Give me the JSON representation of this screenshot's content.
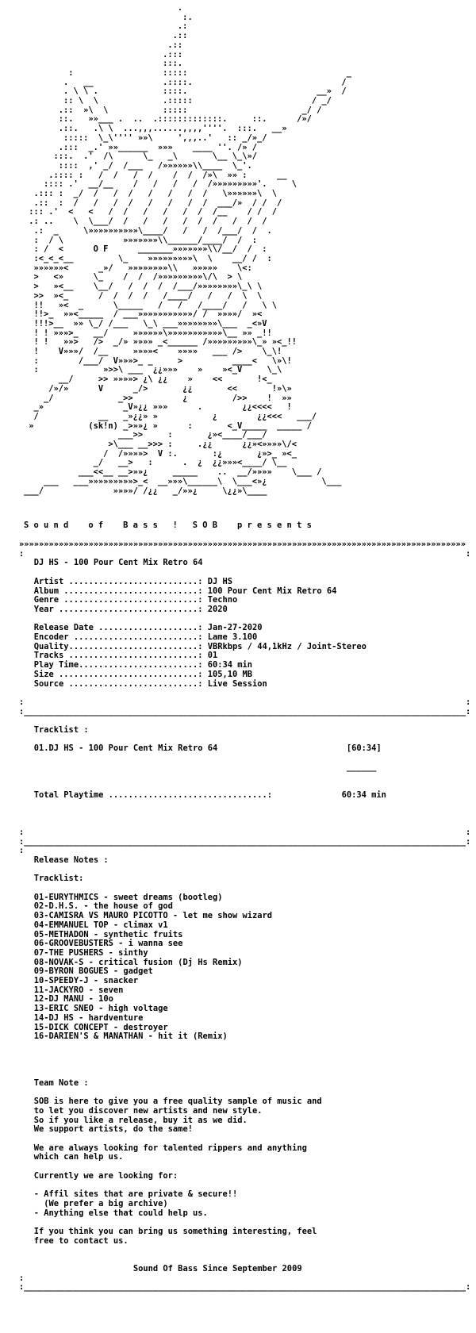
{
  "ascii_art": "                               .\n                                :.\n                               .:\n                              .::\n                             .::\n                            .:::\n                            :::.\n         :                  :::::                                _\n        .   __              .::::.                              /\n        . \\ \\ .             ::::.                          __»  /\n        :: \\  \\             .:::::                        / _/\n       .::  »\\  \\           :::::                       _/ /\n       ::.   »»___ .  ..  .:::::::::::::.     ::.      /»/\n       .::.   .\\ \\  ...,,,......,,,,''''.  :::.   __»\n        :::::  \\_\\'''' »»\\     ',,,..'   :: _/»_/\n       .:::  _.' »»______  »»»    ____ ''. /» /\n      :::.  .'  /\\      \\_   _\\       \\__ \\_\\»/\n       ::::  ,' _/  /___   /»»»»»»\\\\____  \\_'.\n     .:::: :   /  /   /  /    /  /  /»\\  »» :      __\n    :::: .'  __/__    /   /   /   /  /»»»»»»»»»'.     \\\n  .::: :  _/  /   /  /   /   /   /  /   \\»»»»»»\\  \\\n  .::  :  /   /   /  /   /   /   /  /  ___/»  / /  /\n ::: .'  <   <   /  /   /   /   /  /  /__    / /  /\n .: ..    \\  \\___/  /   /   /   /  /  /   /  /  /\n  .:  _     \\»»»»»»»»»»\\____/   /   /  /___/  /  .\n  :  / \\            »»»»»»»\\\\______/____/  /  :\n  : /  <      O F      _______»»»»»»»\\\\/__/  /  :\n  :<_<_<__         \\_    »»»»»»»»»\\  \\    __/ /  :\n  »»»»»»<      _»/   »»»»»»»»\\\\   »»»»»    \\<:\n  >   <»      \\_    /  /  /»»»»»»»»»\\/\\  > \\\n  >   »<__    \\__/   /  /  /  /___/»»»»»»»»\\_\\ \\\n  >>  »<_      /  /  /  /   /____/   /   /  \\  \\\n  !!   »<  _      \\_____   /   /   /____/   /   \\ \\\n  !!>_  »»<_____  / ___»»»»»»»»»»»/ /  »»»»/  »<\n  !!!>__  »» \\_/ /___   \\_\\ ___»»»»»»»»\\___  _<»V\n  ! ! »»»>_   __/     »»»»»»\\»»»»»»»»»»»\\__ »» _!!\n  ! !   »»>   />  _/» »»»» _<______ /»»»»»»»»»\\_» »<_!!\n  !    V»»»/  /__     »»»»<    »»»»   ___ />    \\_\\!\n  :        /___/  V»»»>_ _     >          ____<   \\»\\!\n  :             »>>\\ ___  ¿¿»»»    »    »<_V     \\_\\\n       __/     >> »»»»> ¿\\ ¿¿    »    <<       !<_\n     /»/»      V      _/>       ¿¿       <<       !»\\»\n    _/             _>>          ¿         />>    !  »»\n  _»                _V»¿¿ »»»      .        ¿¿<<<<   !\n  /            __   _»¿¿» »           ¿        ¿¿<<<   ___/\n »           (sk!n) _>»»¿ »      :       <_V_____  _____ /\n                   ___>>     :       ¿»<____/___/\n                 >\\___ __>>> :     .¿¿      ¿¿»<»»»»\\/<\n                /  /»»»»>  V :.       :¿       ¿»>_ »<_\n              _/   __>   :      .  ¿  ¿¿»»»<____/ \\__\n           ___<<__ __>»»¿     _____    ..  __/»»»»    \\___ /\n    ___   ___»»»»»»»»»>_<  __»»»\\______\\  \\___<»¿           \\___\n___/              »»»»/ /¿¿   _/»»¿     \\¿¿»\\____",
  "presents_line": "S o u n d    o f    B a s s   !   S O B    p r e s e n t s",
  "nfo_body": "»»»»»»»»»»»»»»»»»»»»»»»»»»»»»»»»»»»»»»»»»»»»»»»»»»»»»»»»»»»»»»»»»»»»»»»»»»»»»»»»»»»»»»»»»»\n:                                                                                         :\n   DJ HS - 100 Pour Cent Mix Retro 64\n\n   Artist ..........................: DJ HS\n   Album ...........................: 100 Pour Cent Mix Retro 64\n   Genre ...........................: Techno\n   Year ............................: 2020\n\n   Release Date ....................: Jan-27-2020\n   Encoder .........................: Lame 3.100\n   Quality..........................: VBRkbps / 44,1kHz / Joint-Stereo\n   Tracks ..........................: 01\n   Play Time........................: 60:34 min\n   Size ............................: 105,10 MB\n   Source ..........................: Live Session\n\n:                                                                                         :\n:_________________________________________________________________________________________:\n\n   Tracklist :\n\n   01.DJ HS - 100 Pour Cent Mix Retro 64                          [60:34]\n\n                                                                  ______\n\n\n   Total Playtime ................................:              60:34 min\n\n\n\n:                                                                                         :\n:_________________________________________________________________________________________:\n:\n   Release Notes :\n\n   Tracklist:\n\n   01-EURYTHMICS - sweet dreams (bootleg)\n   02-D.H.S. - the house of god\n   03-CAMISRA VS MAURO PICOTTO - let me show wizard\n   04-EMMANUEL TOP - climax v1\n   05-METHADON - synthetic fruits\n   06-GROOVEBUSTERS - i wanna see\n   07-THE PUSHERS - sinthy\n   08-NOVAK-S - critical fusion (Dj Hs Remix)\n   09-BYRON BOGUES - gadget\n   10-SPEEDY-J - snacker\n   11-JACKYRO - seven\n   12-DJ MANU - 10o\n   13-ERIC SNEO - high voltage\n   14-DJ HS - hardventure\n   15-DICK CONCEPT - destroyer\n   16-DARIEN'S & MANATHAN - hit it (Remix)\n\n\n\n\n   Team Note :\n\n   SOB is here to give you a free quality sample of music and\n   to let you discover new artists and new style.\n   So if you like a release, buy it as we did.\n   We support artists, do the same!\n\n   We are always looking for talented rippers and anything\n   which can help us.\n\n   Currently we are looking for:\n\n   - Affil sites that are private & secure!!\n     (We prefer a big archive)\n   - Anything else that could help us.\n\n   If you think you can bring us something interesting, feel\n   free to contact us.\n\n\n                       Sound Of Bass Since September 2009\n:\n:_________________________________________________________________________________________:"
}
